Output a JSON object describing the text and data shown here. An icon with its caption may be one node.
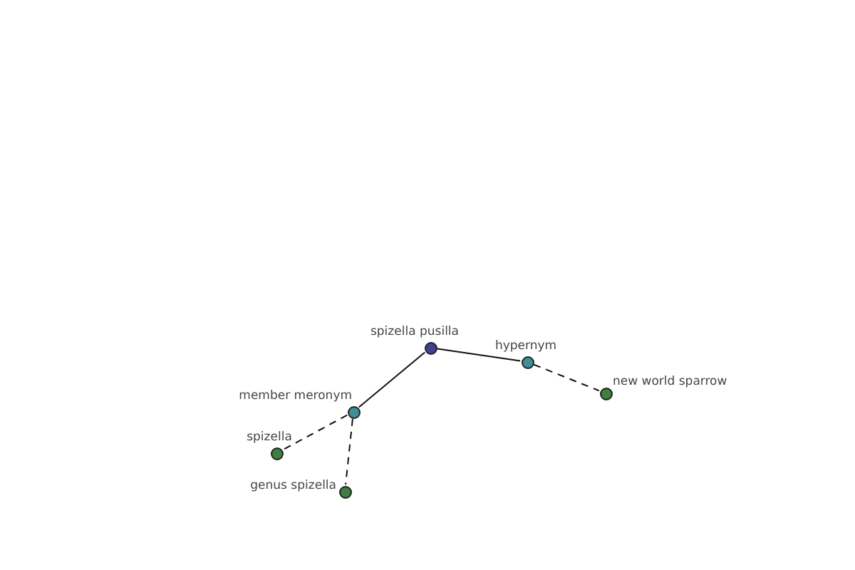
{
  "diagram": {
    "nodes": [
      {
        "text": [
          "spizella pusilla"
        ]
      },
      {
        "text": [
          "hypernym"
        ]
      },
      {
        "text": [
          "new world sparrow"
        ]
      },
      {
        "text": [
          "member meronym"
        ]
      },
      {
        "text": [
          "spizella"
        ]
      },
      {
        "text": [
          "genus spizella"
        ]
      }
    ],
    "edges": [
      {
        "from": 0,
        "to": 1,
        "arrow": "none"
      },
      {
        "from": 1,
        "to": 2,
        "arrow": "none",
        "style": "dashed"
      },
      {
        "from": 0,
        "to": 3,
        "arrow": "none"
      },
      {
        "from": 3,
        "to": 4,
        "arrow": "none",
        "style": "dashed"
      },
      {
        "from": 3,
        "to": 5,
        "arrow": "none",
        "style": "dashed"
      }
    ]
  }
}
